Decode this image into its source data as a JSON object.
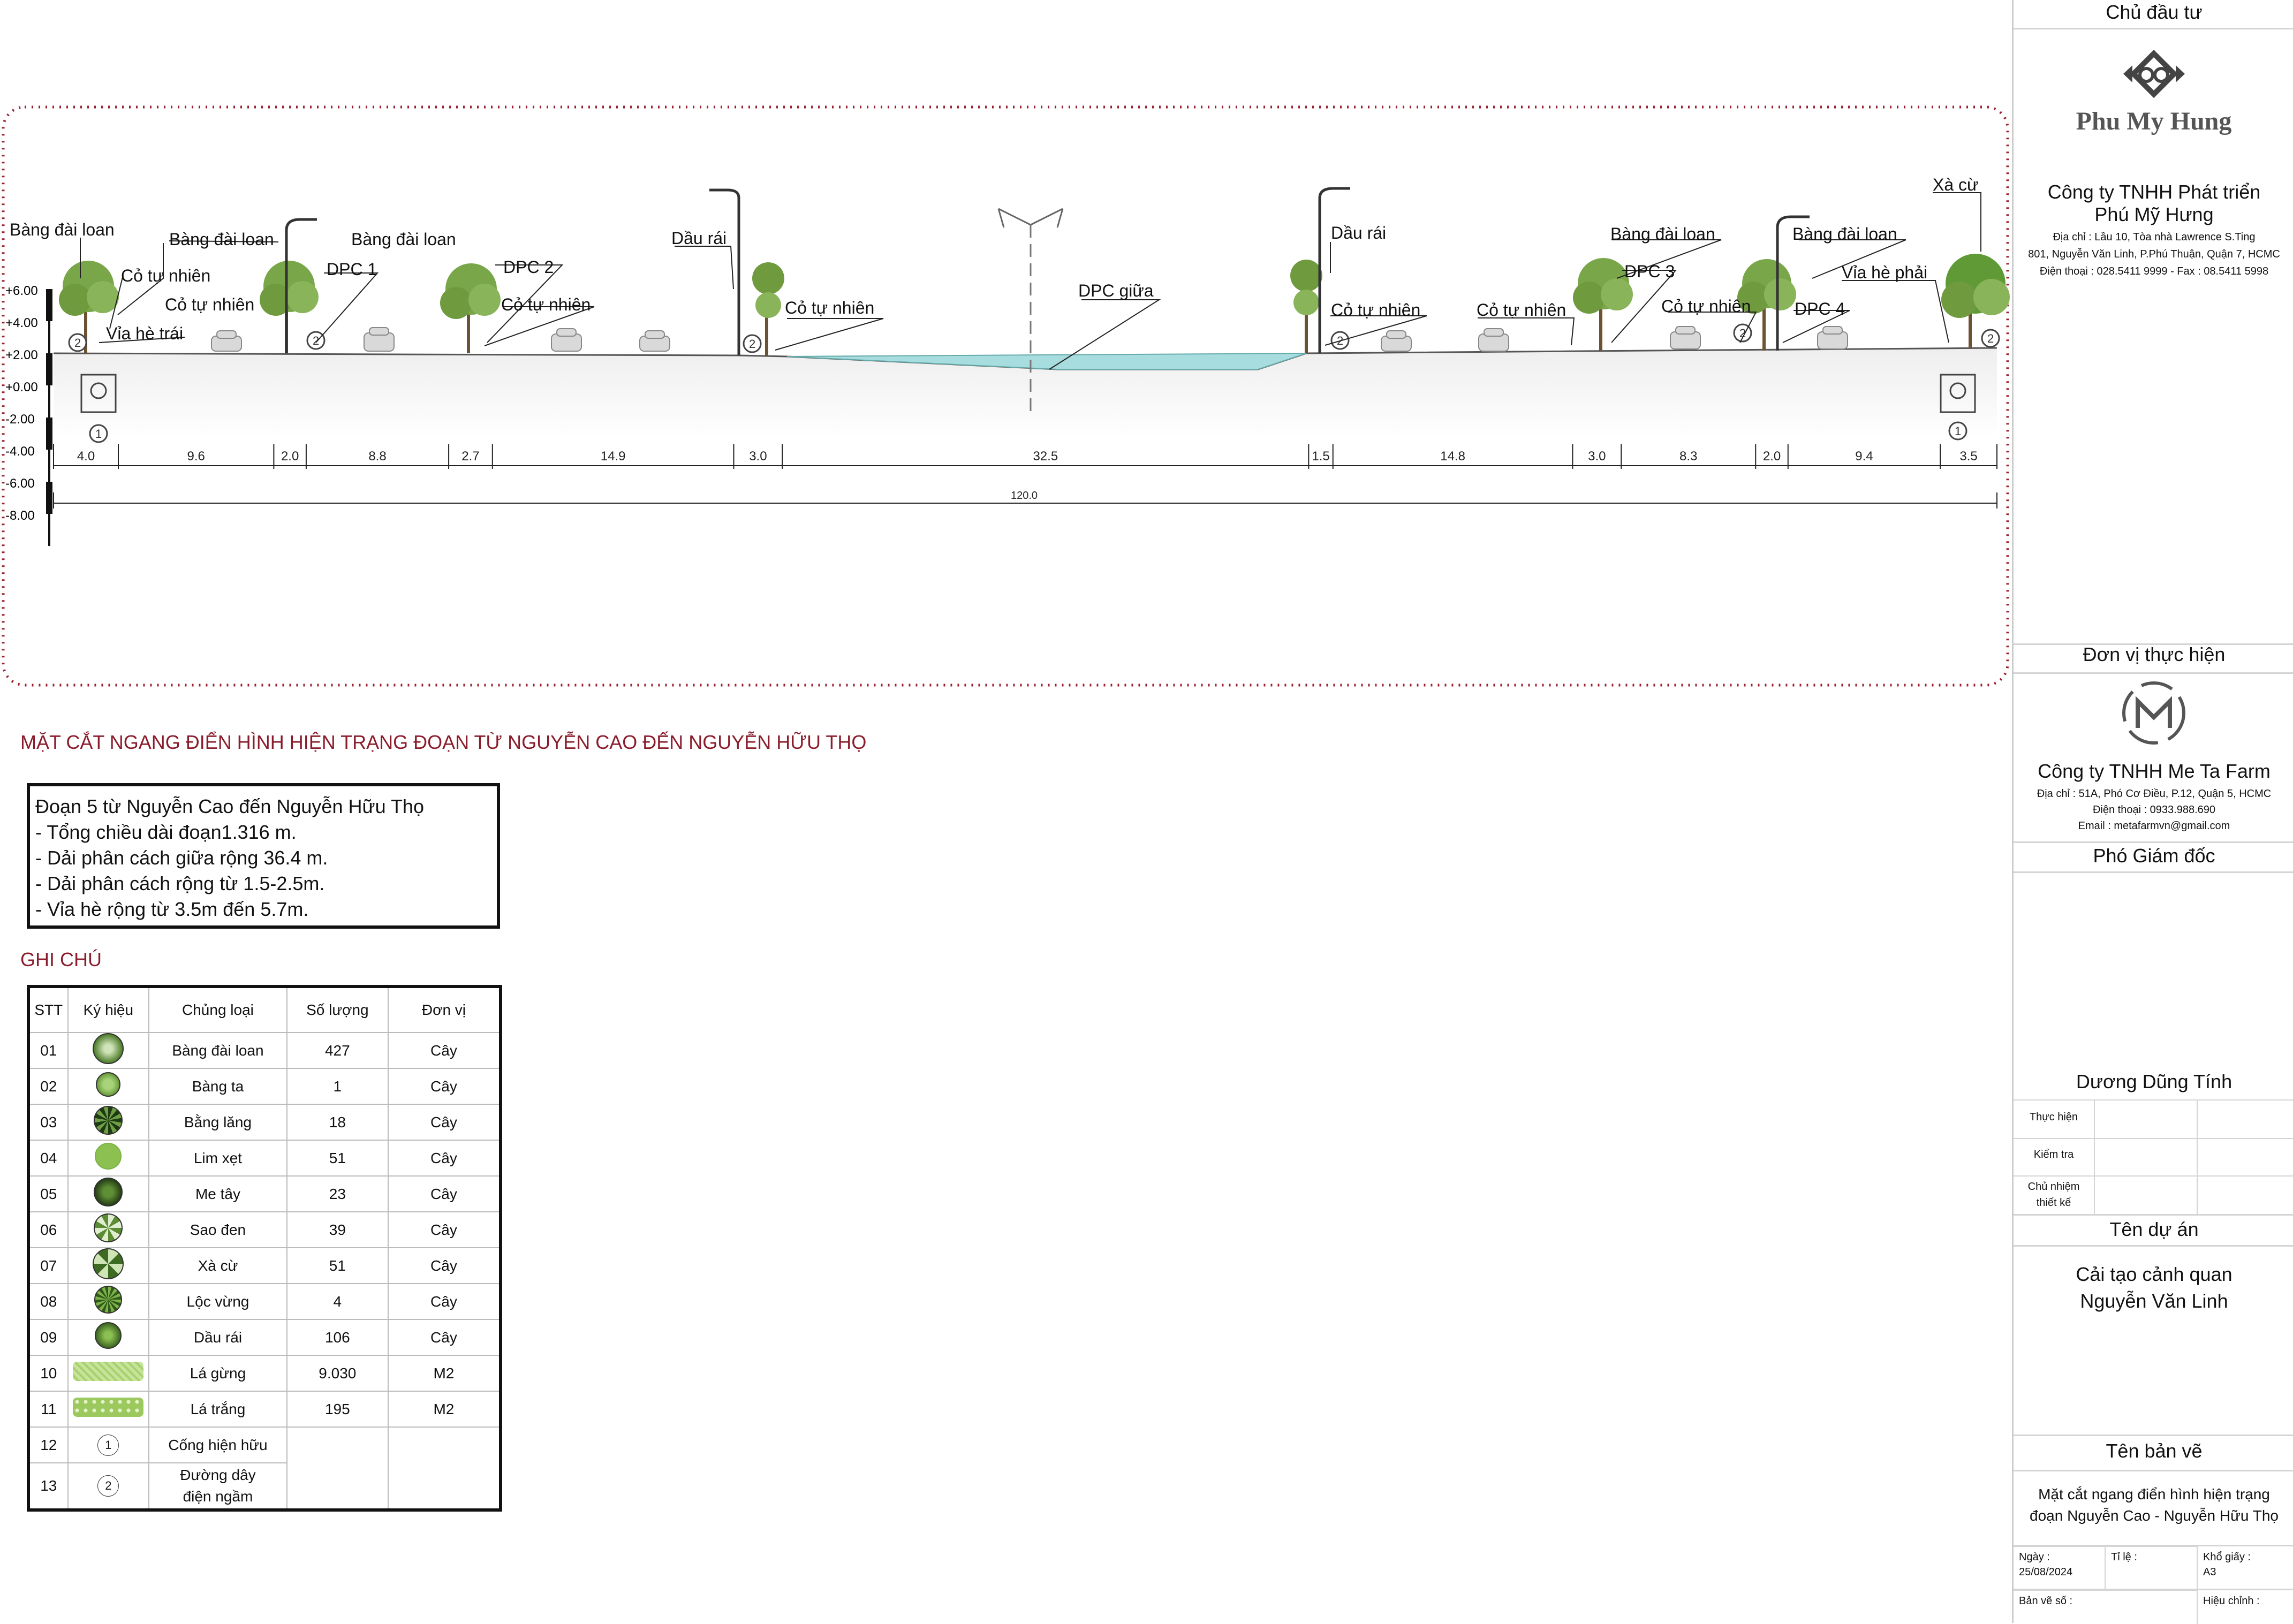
{
  "section": {
    "labels": {
      "bang1": "Bàng đài loan",
      "bang2": "Bàng đài loan",
      "bang3": "Bàng đài loan",
      "bang4": "Bàng đài loan",
      "bang5": "Bàng đài loan",
      "co1": "Cỏ tự nhiên",
      "co2": "Cỏ tự nhiên",
      "co3": "Cỏ tự nhiên",
      "co4": "Cỏ tự nhiên",
      "co5": "Cỏ tự nhiên",
      "co6": "Cỏ tự nhiên",
      "co7": "Cỏ tự nhiên",
      "via_trai": "Vỉa hè trái",
      "via_phai": "Vỉa hè phải",
      "dpc1": "DPC 1",
      "dpc2": "DPC 2",
      "dpc3": "DPC 3",
      "dpc4": "DPC 4",
      "dpc_giua": "DPC giữa",
      "daurai1": "Dầu rái",
      "daurai2": "Dầu rái",
      "xacu": "Xà cừ"
    },
    "elevations": [
      "+6.00",
      "+4.00",
      "+2.00",
      "+0.00",
      "-2.00",
      "-4.00",
      "-6.00",
      "-8.00"
    ],
    "segments": [
      "4.0",
      "9.6",
      "2.0",
      "8.8",
      "2.7",
      "14.9",
      "3.0",
      "32.5",
      "1.5",
      "14.8",
      "3.0",
      "8.3",
      "2.0",
      "9.4",
      "3.5"
    ],
    "segment_widths": [
      4.0,
      9.6,
      2.0,
      8.8,
      2.7,
      14.9,
      3.0,
      32.5,
      1.5,
      14.8,
      3.0,
      8.3,
      2.0,
      9.4,
      3.5
    ],
    "total": "120.0",
    "marker_1": "1",
    "marker_2": "2"
  },
  "drawing_title": "MẶT CẮT NGANG ĐIỂN HÌNH HIỆN TRẠNG ĐOẠN TỪ NGUYỄN CAO ĐẾN NGUYỄN HỮU THỌ",
  "notes": {
    "title": "Đoạn 5 từ Nguyễn Cao đến Nguyễn Hữu Thọ",
    "lines": [
      "- Tổng chiều dài đoạn1.316 m.",
      "- Dải phân cách giữa rộng 36.4 m.",
      "- Dải phân cách rộng từ 1.5-2.5m.",
      "- Vỉa hè rộng từ 3.5m đến 5.7m."
    ]
  },
  "legend": {
    "title": "GHI CHÚ",
    "headers": {
      "stt": "STT",
      "kyhieu": "Ký hiệu",
      "chungloai": "Chủng loại",
      "soluong": "Số lượng",
      "donvi": "Đơn vị"
    },
    "rows": [
      {
        "stt": "01",
        "name": "Bàng đài loan",
        "qty": "427",
        "unit": "Cây"
      },
      {
        "stt": "02",
        "name": "Bàng ta",
        "qty": "1",
        "unit": "Cây"
      },
      {
        "stt": "03",
        "name": "Bằng lăng",
        "qty": "18",
        "unit": "Cây"
      },
      {
        "stt": "04",
        "name": "Lim xẹt",
        "qty": "51",
        "unit": "Cây"
      },
      {
        "stt": "05",
        "name": "Me tây",
        "qty": "23",
        "unit": "Cây"
      },
      {
        "stt": "06",
        "name": "Sao đen",
        "qty": "39",
        "unit": "Cây"
      },
      {
        "stt": "07",
        "name": "Xà cừ",
        "qty": "51",
        "unit": "Cây"
      },
      {
        "stt": "08",
        "name": "Lộc vừng",
        "qty": "4",
        "unit": "Cây"
      },
      {
        "stt": "09",
        "name": "Dầu rái",
        "qty": "106",
        "unit": "Cây"
      },
      {
        "stt": "10",
        "name": "Lá gừng",
        "qty": "9.030",
        "unit": "M2"
      },
      {
        "stt": "11",
        "name": "Lá trắng",
        "qty": "195",
        "unit": "M2"
      },
      {
        "stt": "12",
        "name": "Cống hiện hữu",
        "symbol": "1"
      },
      {
        "stt": "13",
        "name_line1": "Đường dây",
        "name_line2": "điện ngầm",
        "symbol": "2"
      }
    ]
  },
  "titleblock": {
    "owner_label": "Chủ đầu tư",
    "owner_logo": "Phu My Hung",
    "owner_name_1": "Công ty TNHH Phát triển",
    "owner_name_2": "Phú Mỹ Hưng",
    "owner_addr_1": "Địa chỉ : Lầu 10, Tòa nhà Lawrence S.Ting",
    "owner_addr_2": "801, Nguyễn Văn Linh, P.Phú Thuận, Quận 7, HCMC",
    "owner_phone": "Điện thoại : 028.5411 9999 - Fax : 08.5411 5998",
    "contractor_label": "Đơn vị thực hiện",
    "contractor_name": "Công ty TNHH Me Ta Farm",
    "contractor_addr": "Địa chỉ : 51A, Phó Cơ Điều, P.12, Quận 5, HCMC",
    "contractor_phone": "Điện thoại : 0933.988.690",
    "contractor_email": "Email : metafarmvn@gmail.com",
    "deputy_label": "Phó Giám đốc",
    "deputy_name": "Dương Dũng Tính",
    "thuc_hien": "Thực hiện",
    "kiem_tra": "Kiểm tra",
    "chu_nhiem_1": "Chủ nhiệm",
    "chu_nhiem_2": "thiết kế",
    "project_label": "Tên dự án",
    "project_name_1": "Cải tạo cảnh quan",
    "project_name_2": "Nguyễn Văn Linh",
    "drawing_label": "Tên bản vẽ",
    "drawing_name_1": "Mặt cắt ngang điển hình hiện trạng",
    "drawing_name_2": "đoạn Nguyễn Cao - Nguyễn Hữu Thọ",
    "date_label": "Ngày :",
    "date_value": "25/08/2024",
    "scale_label": "Tỉ lệ :",
    "paper_label": "Khổ giấy :",
    "paper_value": "A3",
    "sheet_label": "Bản vẽ số :",
    "revision_label": "Hiệu chỉnh :"
  },
  "colors": {
    "accent": "#8a1c2b",
    "water": "#a8dde0",
    "tree": "#6f9a3e",
    "ground": "#f2f2f2"
  }
}
